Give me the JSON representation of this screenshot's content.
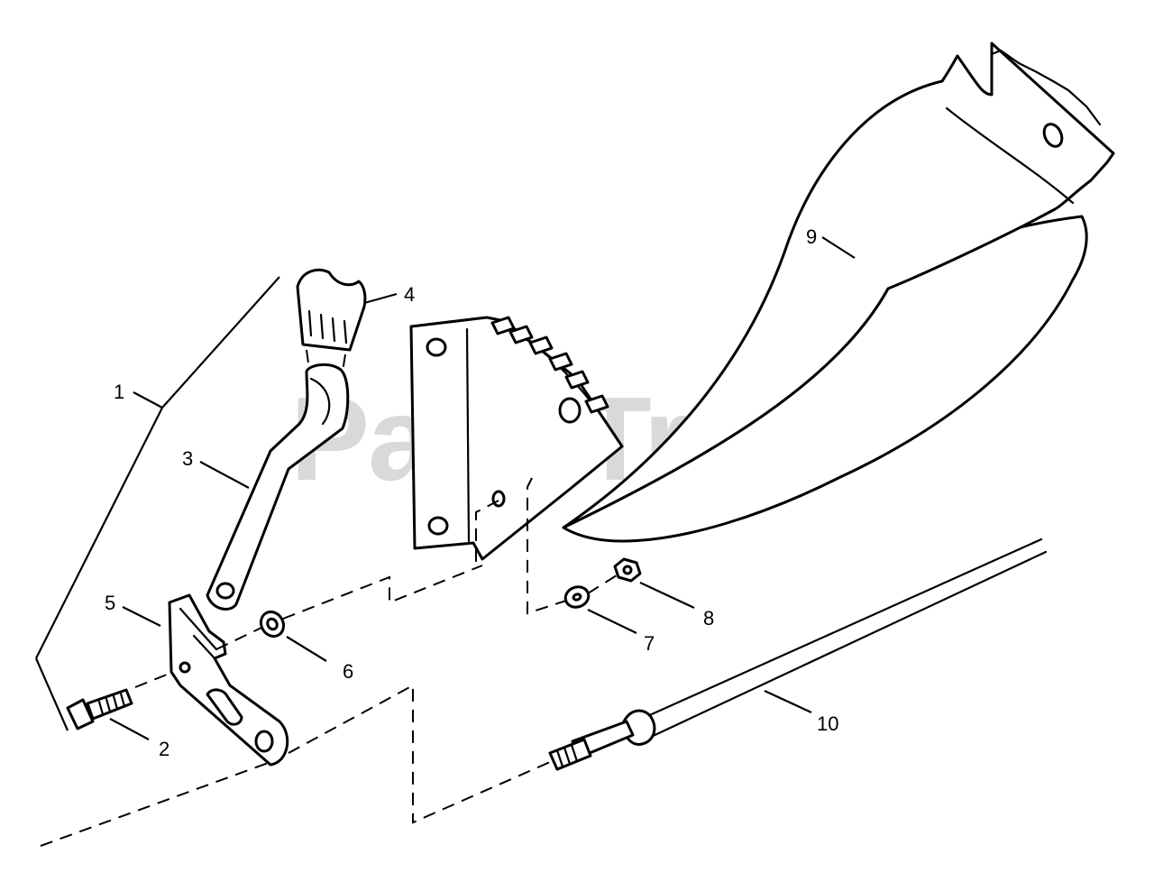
{
  "watermark": {
    "text": "PartsTree",
    "trademark": "™"
  },
  "callouts": [
    {
      "id": "1",
      "label": "1"
    },
    {
      "id": "2",
      "label": "2"
    },
    {
      "id": "3",
      "label": "3"
    },
    {
      "id": "4",
      "label": "4"
    },
    {
      "id": "5",
      "label": "5"
    },
    {
      "id": "6",
      "label": "6"
    },
    {
      "id": "7",
      "label": "7"
    },
    {
      "id": "8",
      "label": "8"
    },
    {
      "id": "9",
      "label": "9"
    },
    {
      "id": "10",
      "label": "10"
    }
  ]
}
